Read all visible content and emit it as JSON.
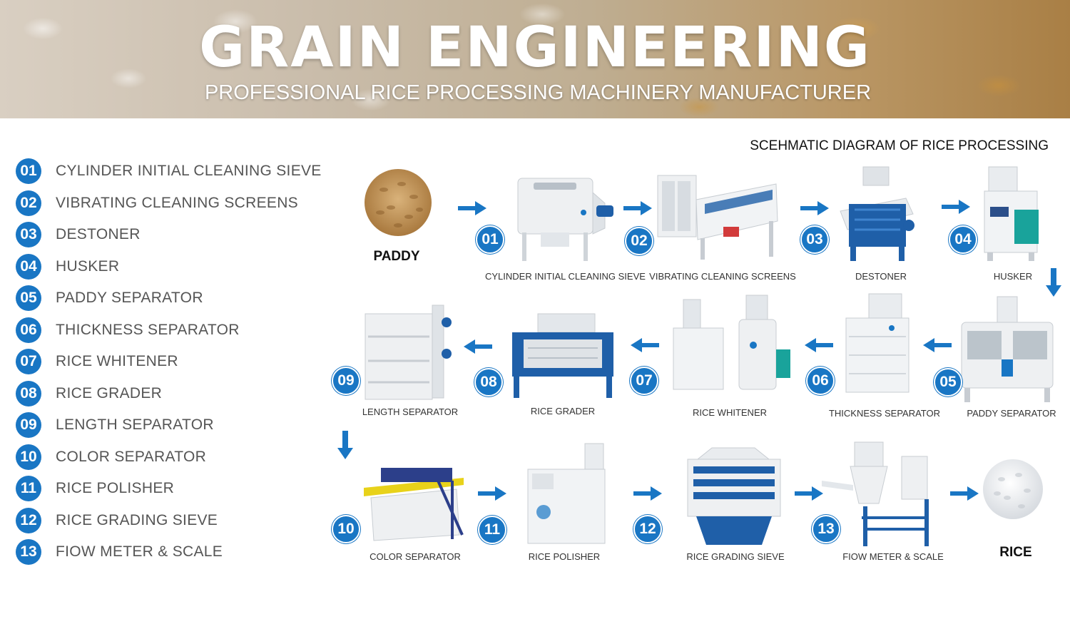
{
  "banner": {
    "title": "GRAIN ENGINEERING",
    "subtitle": "PROFESSIONAL RICE PROCESSING MACHINERY MANUFACTURER"
  },
  "legend": [
    {
      "num": "01",
      "label": "CYLINDER INITIAL CLEANING SIEVE"
    },
    {
      "num": "02",
      "label": "VIBRATING CLEANING SCREENS"
    },
    {
      "num": "03",
      "label": "DESTONER"
    },
    {
      "num": "04",
      "label": "HUSKER"
    },
    {
      "num": "05",
      "label": "PADDY SEPARATOR"
    },
    {
      "num": "06",
      "label": "THICKNESS SEPARATOR"
    },
    {
      "num": "07",
      "label": "RICE WHITENER"
    },
    {
      "num": "08",
      "label": "RICE GRADER"
    },
    {
      "num": "09",
      "label": "LENGTH SEPARATOR"
    },
    {
      "num": "10",
      "label": "COLOR SEPARATOR"
    },
    {
      "num": "11",
      "label": "RICE POLISHER"
    },
    {
      "num": "12",
      "label": "RICE GRADING SIEVE"
    },
    {
      "num": "13",
      "label": "FIOW METER & SCALE"
    }
  ],
  "diagram": {
    "title": "SCEHMATIC DIAGRAM OF RICE PROCESSING",
    "start_label": "PADDY",
    "end_label": "RICE",
    "steps": [
      {
        "num": "01",
        "caption": "CYLINDER INITIAL CLEANING SIEVE"
      },
      {
        "num": "02",
        "caption": "VIBRATING CLEANING SCREENS"
      },
      {
        "num": "03",
        "caption": "DESTONER"
      },
      {
        "num": "04",
        "caption": "HUSKER"
      },
      {
        "num": "05",
        "caption": "PADDY SEPARATOR"
      },
      {
        "num": "06",
        "caption": "THICKNESS SEPARATOR"
      },
      {
        "num": "07",
        "caption": "RICE WHITENER"
      },
      {
        "num": "08",
        "caption": "RICE GRADER"
      },
      {
        "num": "09",
        "caption": "LENGTH SEPARATOR"
      },
      {
        "num": "10",
        "caption": "COLOR SEPARATOR"
      },
      {
        "num": "11",
        "caption": "RICE POLISHER"
      },
      {
        "num": "12",
        "caption": "RICE GRADING SIEVE"
      },
      {
        "num": "13",
        "caption": "FIOW METER & SCALE"
      }
    ]
  },
  "colors": {
    "accent": "#1976c4",
    "legend_text": "#555555"
  }
}
